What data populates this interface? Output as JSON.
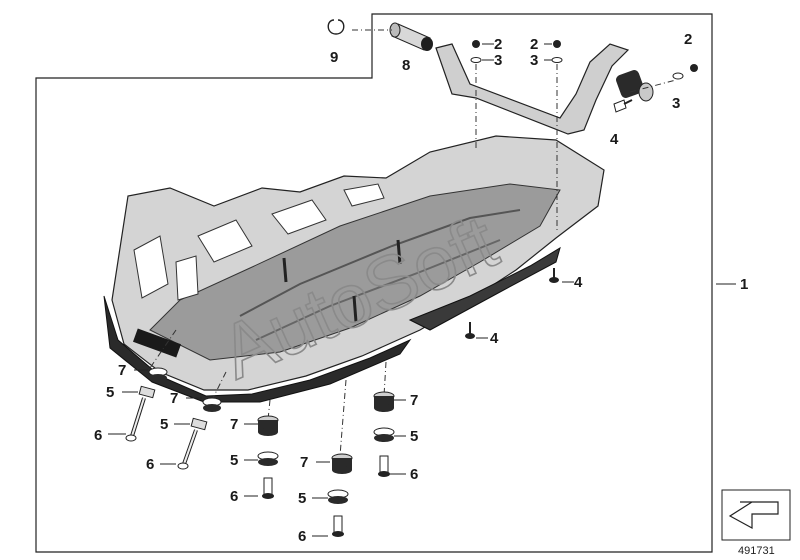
{
  "diagram": {
    "watermark": "AutoSoft",
    "reference_number": "491731",
    "callouts": {
      "assembly": "1",
      "part2": "2",
      "part3": "3",
      "part4": "4",
      "part5": "5",
      "part6": "6",
      "part7": "7",
      "part8": "8",
      "part9": "9"
    },
    "icons": {
      "corner_navigation": "arrow-down-left-icon"
    },
    "colors": {
      "line": "#222222",
      "part_fill": "#d2d2d2",
      "part_dark": "#2a2a2a",
      "watermark": "#8a8a8a"
    }
  }
}
